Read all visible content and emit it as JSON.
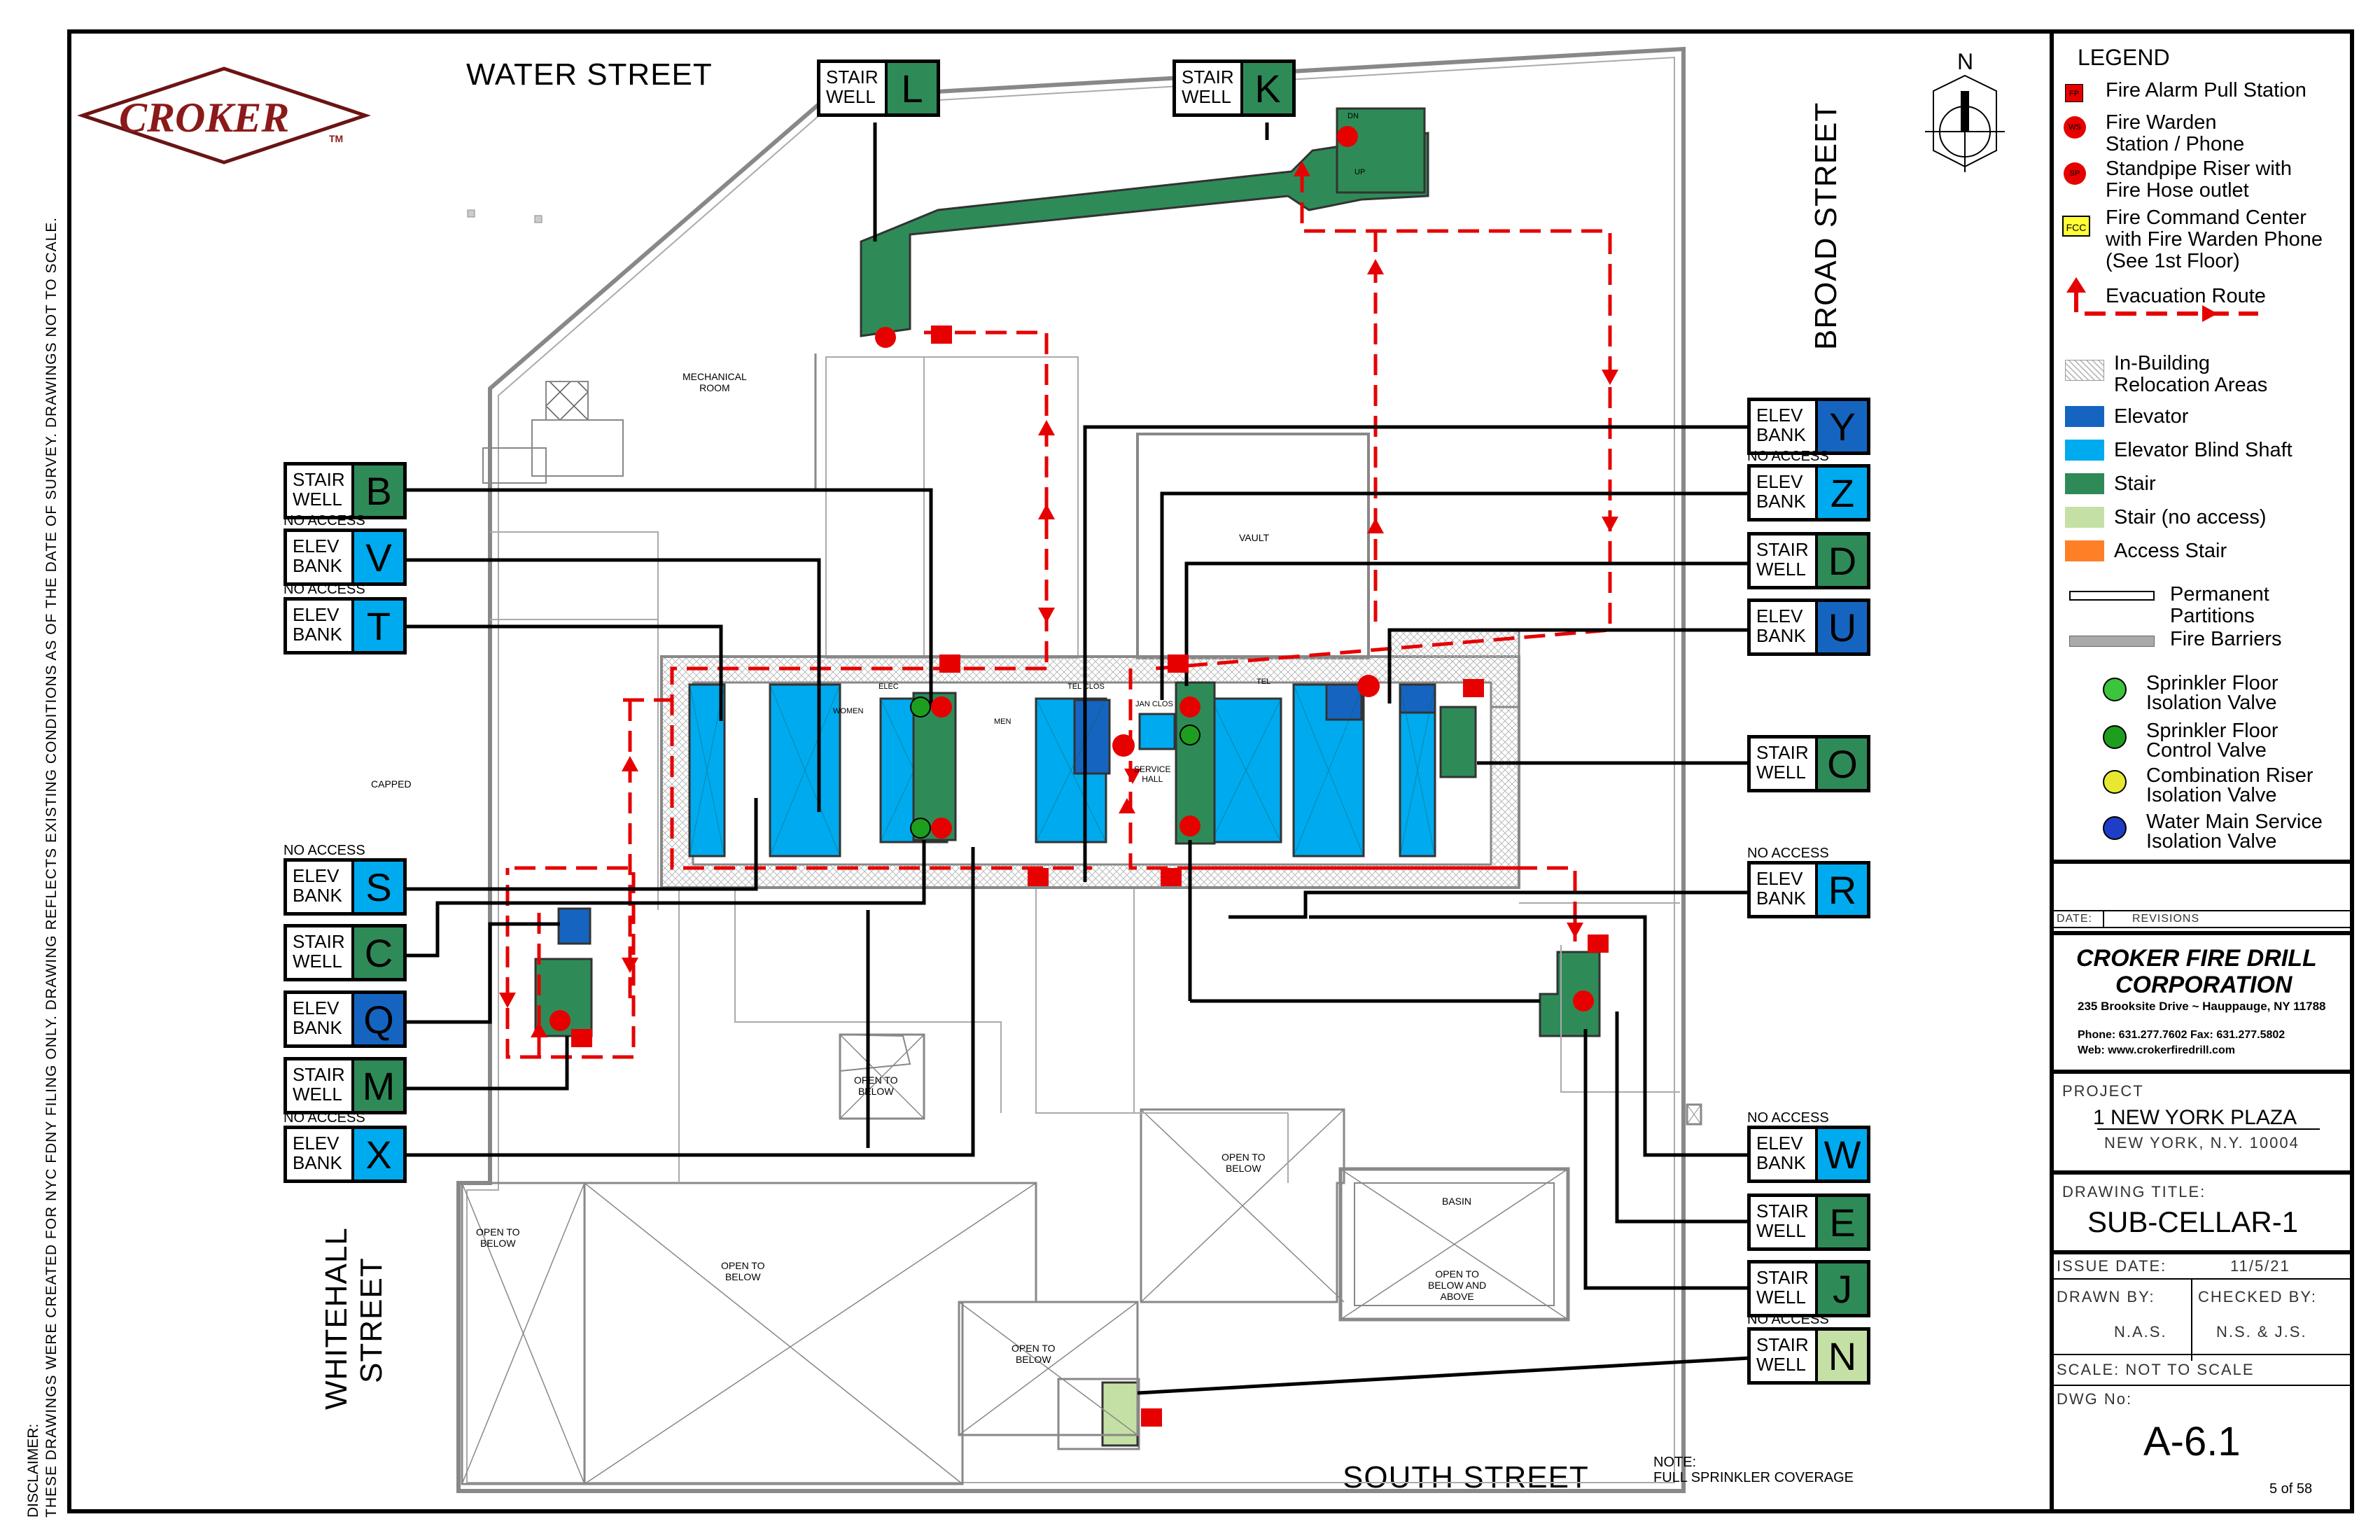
{
  "logo": {
    "text": "CROKER",
    "tm": "TM"
  },
  "streets": {
    "water": "WATER STREET",
    "broad": "BROAD STREET",
    "south": "SOUTH STREET",
    "whitehall_1": "WHITEHALL",
    "whitehall_2": "STREET"
  },
  "disclaimer": {
    "line1": "DISCLAIMER:",
    "line2": "THESE DRAWINGS WERE CREATED FOR NYC FDNY FILING ONLY. DRAWING REFLECTS EXISTING CONDITIONS AS OF THE DATE OF SURVEY. DRAWINGS NOT TO SCALE."
  },
  "compass": {
    "label": "N"
  },
  "tags": [
    {
      "id": "L",
      "line1": "STAIR",
      "line2": "WELL",
      "color": "#2e8b57",
      "pre": ""
    },
    {
      "id": "K",
      "line1": "STAIR",
      "line2": "WELL",
      "color": "#2e8b57",
      "pre": ""
    },
    {
      "id": "B",
      "line1": "STAIR",
      "line2": "WELL",
      "color": "#2e8b57",
      "pre": ""
    },
    {
      "id": "V",
      "line1": "ELEV",
      "line2": "BANK",
      "color": "#00aaee",
      "pre": "NO ACCESS"
    },
    {
      "id": "T",
      "line1": "ELEV",
      "line2": "BANK",
      "color": "#00aaee",
      "pre": "NO ACCESS"
    },
    {
      "id": "S",
      "line1": "ELEV",
      "line2": "BANK",
      "color": "#00aaee",
      "pre": "NO ACCESS"
    },
    {
      "id": "C",
      "line1": "STAIR",
      "line2": "WELL",
      "color": "#2e8b57",
      "pre": ""
    },
    {
      "id": "Q",
      "line1": "ELEV",
      "line2": "BANK",
      "color": "#1565c0",
      "pre": ""
    },
    {
      "id": "M",
      "line1": "STAIR",
      "line2": "WELL",
      "color": "#2e8b57",
      "pre": ""
    },
    {
      "id": "X",
      "line1": "ELEV",
      "line2": "BANK",
      "color": "#00aaee",
      "pre": "NO ACCESS"
    },
    {
      "id": "Y",
      "line1": "ELEV",
      "line2": "BANK",
      "color": "#1565c0",
      "pre": ""
    },
    {
      "id": "Z",
      "line1": "ELEV",
      "line2": "BANK",
      "color": "#00aaee",
      "pre": "NO ACCESS"
    },
    {
      "id": "D",
      "line1": "STAIR",
      "line2": "WELL",
      "color": "#2e8b57",
      "pre": ""
    },
    {
      "id": "U",
      "line1": "ELEV",
      "line2": "BANK",
      "color": "#1565c0",
      "pre": ""
    },
    {
      "id": "O",
      "line1": "STAIR",
      "line2": "WELL",
      "color": "#2e8b57",
      "pre": ""
    },
    {
      "id": "R",
      "line1": "ELEV",
      "line2": "BANK",
      "color": "#00aaee",
      "pre": "NO ACCESS"
    },
    {
      "id": "W",
      "line1": "ELEV",
      "line2": "BANK",
      "color": "#00aaee",
      "pre": "NO ACCESS"
    },
    {
      "id": "E",
      "line1": "STAIR",
      "line2": "WELL",
      "color": "#2e8b57",
      "pre": ""
    },
    {
      "id": "J",
      "line1": "STAIR",
      "line2": "WELL",
      "color": "#2e8b57",
      "pre": ""
    },
    {
      "id": "N",
      "line1": "STAIR",
      "line2": "WELL",
      "color": "#c5e0a5",
      "pre": "NO ACCESS"
    }
  ],
  "rooms": {
    "mechanical": "MECHANICAL\nROOM",
    "vault": "VAULT",
    "capped": "CAPPED",
    "open1": "OPEN TO\nBELOW",
    "open2": "OPEN TO\nBELOW",
    "open3": "OPEN TO\nBELOW",
    "open4": "OPEN TO\nBELOW",
    "open5": "OPEN TO\nBELOW",
    "basin": "BASIN",
    "openabove": "OPEN TO\nBELOW AND\nABOVE",
    "service": "SERVICE\nHALL",
    "women": "WOMEN",
    "men": "MEN",
    "telclos": "TEL CLOS",
    "janclos": "JAN CLOS",
    "elec": "ELEC",
    "tel": "TEL",
    "up": "UP",
    "dn": "DN"
  },
  "note": {
    "line1": "NOTE:",
    "line2": "FULL SPRINKLER COVERAGE"
  },
  "legend": {
    "title": "LEGEND",
    "items": [
      {
        "icon": "FP",
        "label": "Fire Alarm Pull Station"
      },
      {
        "icon": "WS",
        "label": "Fire Warden\nStation / Phone"
      },
      {
        "icon": "SP",
        "label": "Standpipe Riser with\nFire Hose outlet"
      },
      {
        "icon": "FCC",
        "label": "Fire Command Center\nwith Fire Warden Phone\n(See 1st Floor)"
      },
      {
        "icon": "route",
        "label": "Evacuation  Route"
      }
    ],
    "areas": [
      {
        "swatch": "hatch",
        "label": "In-Building\nRelocation Areas"
      },
      {
        "swatch": "#1565c0",
        "label": "Elevator"
      },
      {
        "swatch": "#00aaee",
        "label": "Elevator Blind Shaft"
      },
      {
        "swatch": "#2e8b57",
        "label": "Stair"
      },
      {
        "swatch": "#c5e0a5",
        "label": "Stair (no access)"
      },
      {
        "swatch": "#ff7f27",
        "label": "Access Stair"
      }
    ],
    "partitions": "Permanent\nPartitions",
    "barriers": "Fire Barriers",
    "valves": [
      {
        "label": "Sprinkler Floor\nIsolation Valve",
        "color": "#3cc43c"
      },
      {
        "label": "Sprinkler Floor\nControl Valve",
        "color": "#1e9e1e"
      },
      {
        "label": "Combination Riser\nIsolation Valve",
        "color": "#e8e830"
      },
      {
        "label": "Water Main Service\nIsolation Valve",
        "color": "#1e3ec8"
      }
    ]
  },
  "titleblock": {
    "date_label": "DATE:",
    "revisions_label": "REVISIONS",
    "company1": "CROKER FIRE DRILL",
    "company2": "CORPORATION",
    "address": "235 Brooksite Drive ~ Hauppauge, NY 11788",
    "phone": "Phone: 631.277.7602  Fax: 631.277.5802",
    "web": "Web: www.crokerfiredrill.com",
    "project_label": "PROJECT",
    "project_name": "1 NEW YORK PLAZA",
    "project_city": "NEW YORK, N.Y. 10004",
    "drawing_title_label": "DRAWING TITLE:",
    "drawing_title": "SUB-CELLAR-1",
    "issue_label": "ISSUE DATE:",
    "issue_date": "11/5/21",
    "drawn_label": "DRAWN BY:",
    "drawn_by": "N.A.S.",
    "checked_label": "CHECKED BY:",
    "checked_by": "N.S. & J.S.",
    "scale_label": "SCALE: NOT TO SCALE",
    "dwg_label": "DWG No:",
    "dwg_no": "A-6.1",
    "page": "5 of 58"
  }
}
